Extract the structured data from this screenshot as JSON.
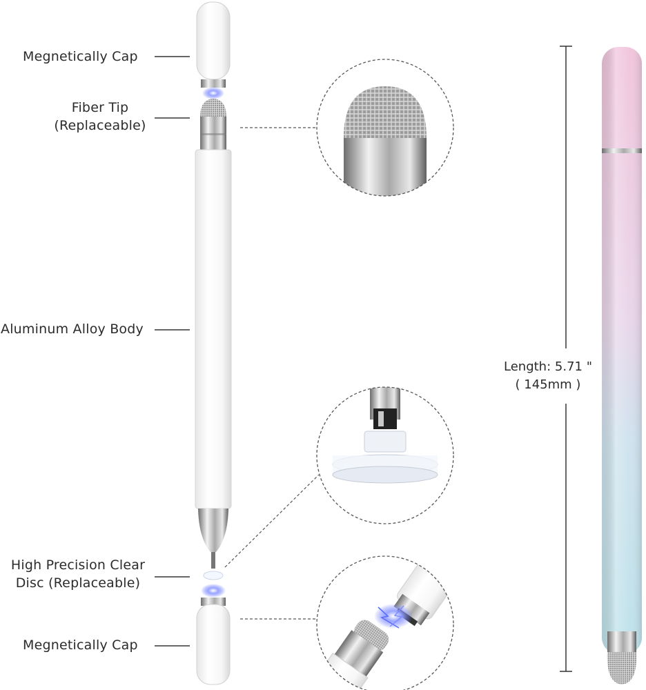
{
  "labels": {
    "cap_top": "Megnetically Cap",
    "fiber_tip_line1": "Fiber Tip",
    "fiber_tip_line2": "(Replaceable)",
    "body": "Aluminum Alloy Body",
    "disc_line1": "High Precision Clear",
    "disc_line2": "Disc (Replaceable)",
    "cap_bottom": "Megnetically Cap"
  },
  "length": {
    "line1_prefix": "Length:",
    "line1_value": "5.71 \"",
    "line2": "( 145mm )"
  },
  "colors": {
    "pen_white": "#fbfbfb",
    "chrome": "#b8b8b8",
    "gradient_top": "#f1c6dd",
    "gradient_bottom": "#bfe2ea",
    "magnet_glow": "#6f7cff"
  }
}
